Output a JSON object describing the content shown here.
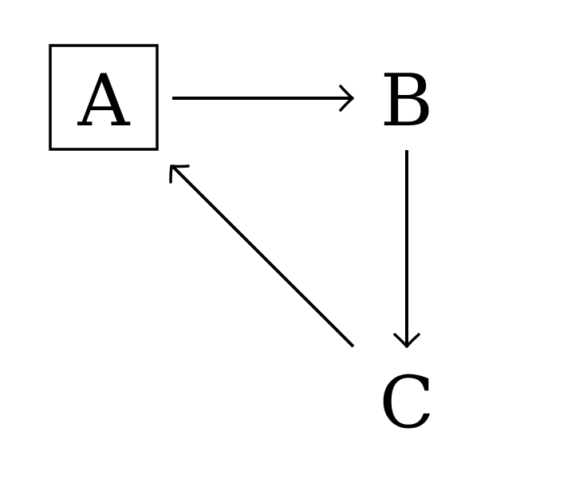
{
  "nodes": {
    "a": {
      "label": "A",
      "boxed": true
    },
    "b": {
      "label": "B",
      "boxed": false
    },
    "c": {
      "label": "C",
      "boxed": false
    }
  },
  "edges": [
    {
      "from": "A",
      "to": "B"
    },
    {
      "from": "B",
      "to": "C"
    },
    {
      "from": "C",
      "to": "A"
    }
  ],
  "colors": {
    "stroke": "#000000",
    "background": "#ffffff"
  }
}
